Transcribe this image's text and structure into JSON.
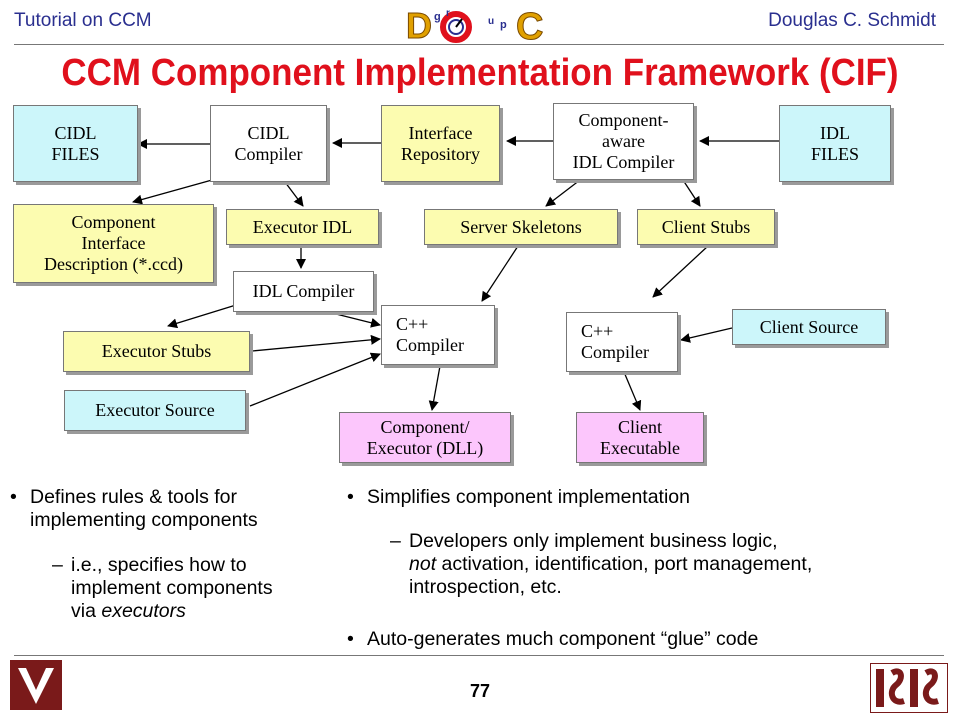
{
  "header": {
    "left": "Tutorial on CCM",
    "right": "Douglas C. Schmidt",
    "logo_letters": [
      "D",
      "g",
      "r",
      "u",
      "p",
      "C"
    ]
  },
  "title": "CCM Component Implementation Framework (CIF)",
  "diagram": {
    "boxes": {
      "cidl_files": "CIDL\nFILES",
      "cidl_compiler": "CIDL\nCompiler",
      "interface_repository": "Interface\nRepository",
      "component_aware_idl_compiler": "Component-\naware\nIDL Compiler",
      "idl_files": "IDL\nFILES",
      "component_interface_description": "Component\nInterface\nDescription (*.ccd)",
      "executor_idl": "Executor IDL",
      "server_skeletons": "Server Skeletons",
      "client_stubs": "Client Stubs",
      "idl_compiler": "IDL Compiler",
      "cpp_compiler_server": "C++\nCompiler",
      "cpp_compiler_client": "C++\nCompiler",
      "client_source": "Client Source",
      "executor_stubs": "Executor Stubs",
      "executor_source": "Executor Source",
      "component_executor_dll": "Component/\nExecutor (DLL)",
      "client_executable": "Client\nExecutable"
    },
    "colors": {
      "cyan": "#ccf6fa",
      "yellow": "#fcfcb0",
      "pink": "#fcc6fc",
      "white": "#ffffff"
    }
  },
  "bullets": {
    "left": {
      "main": "Defines rules & tools for implementing components",
      "sub_line1": "i.e., specifies how to",
      "sub_line2": "implement components",
      "sub_line3_prefix": "via ",
      "sub_line3_em": "executors"
    },
    "right": {
      "main1": "Simplifies component implementation",
      "sub_line1": "Developers only implement business logic,",
      "sub_line2_em": "not",
      "sub_line2_rest": " activation, identification, port management,",
      "sub_line3": "introspection, etc.",
      "main2": "Auto-generates much component “glue” code"
    },
    "bullet_char": "•",
    "dash_char": "–"
  },
  "footer": {
    "page_number": "77"
  }
}
